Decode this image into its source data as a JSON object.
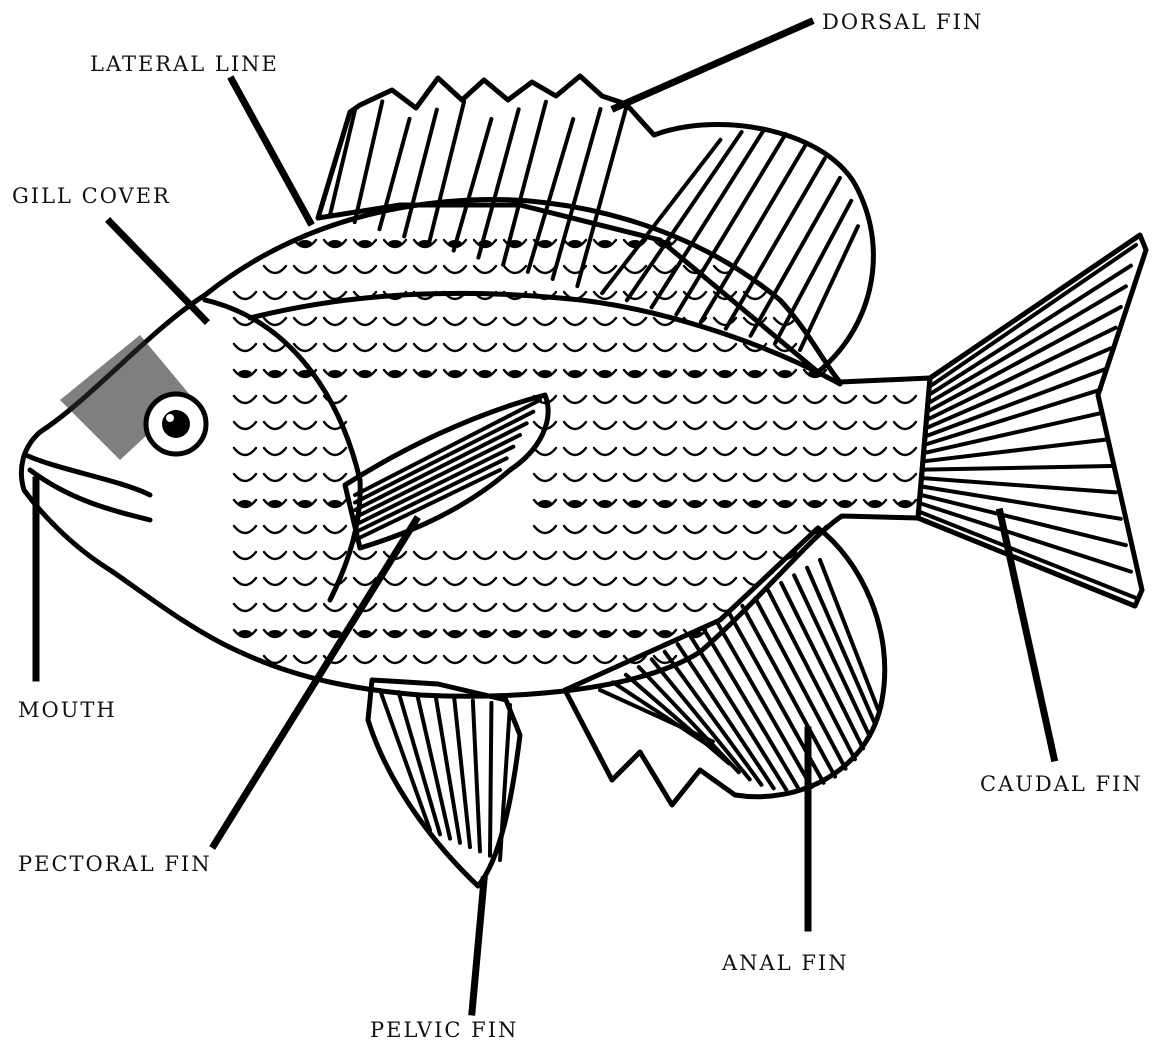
{
  "labels": {
    "dorsal_fin": "DORSAL FIN",
    "lateral_line": "LATERAL LINE",
    "gill_cover": "GILL COVER",
    "mouth": "MOUTH",
    "pectoral_fin": "PECTORAL FIN",
    "pelvic_fin": "PELVIC FIN",
    "anal_fin": "ANAL FIN",
    "caudal_fin": "CAUDAL FIN"
  }
}
